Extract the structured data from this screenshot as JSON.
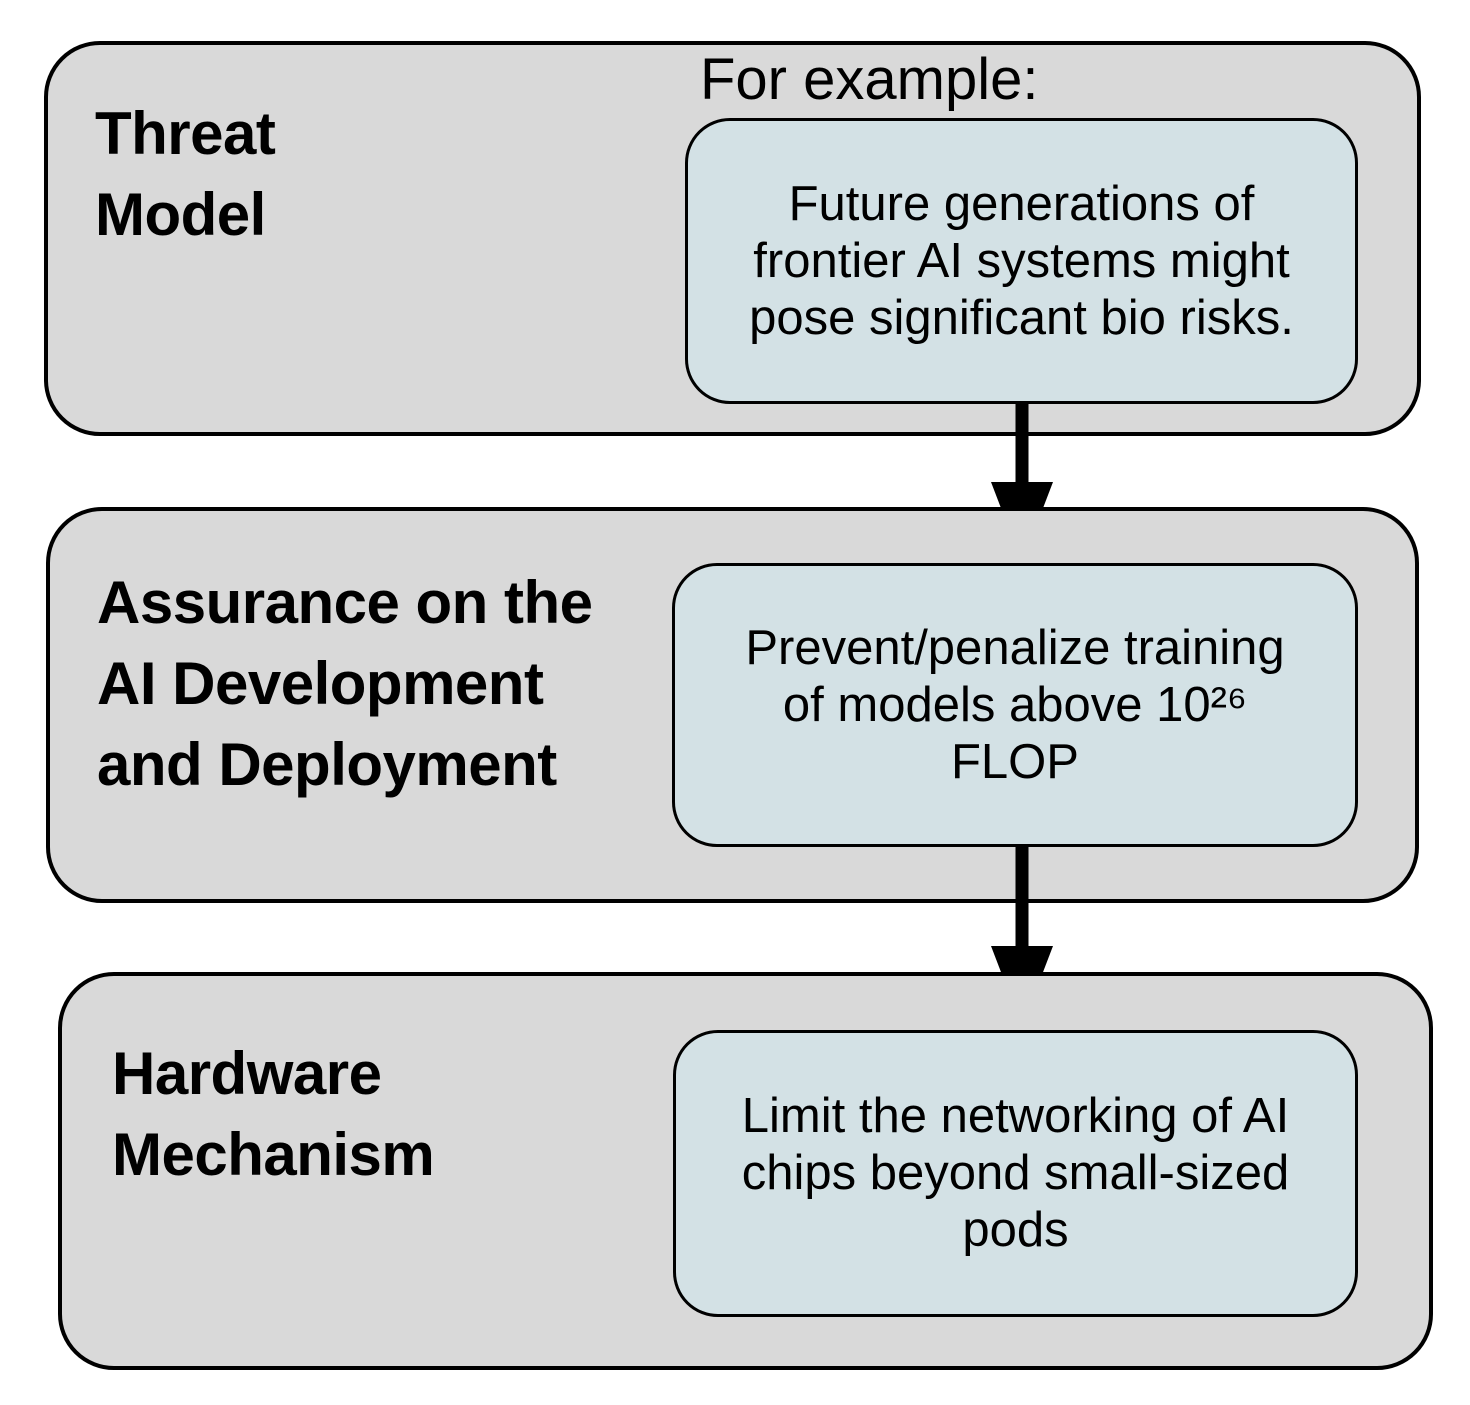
{
  "colors": {
    "page_bg": "#ffffff",
    "section_bg": "#d9d9d9",
    "card_bg": "#d3e1e5",
    "border": "#000000",
    "text": "#000000",
    "arrow": "#000000"
  },
  "diagram": {
    "example_label": "For example:",
    "sections": [
      {
        "title": "Threat\nModel",
        "card": "Future generations of\nfrontier AI systems might\npose significant bio risks."
      },
      {
        "title": "Assurance on the\nAI Development\nand Deployment",
        "card": "Prevent/penalize training\nof models above 10²⁶\nFLOP"
      },
      {
        "title": "Hardware\nMechanism",
        "card": "Limit the networking of AI\nchips beyond small-sized\npods"
      }
    ]
  }
}
